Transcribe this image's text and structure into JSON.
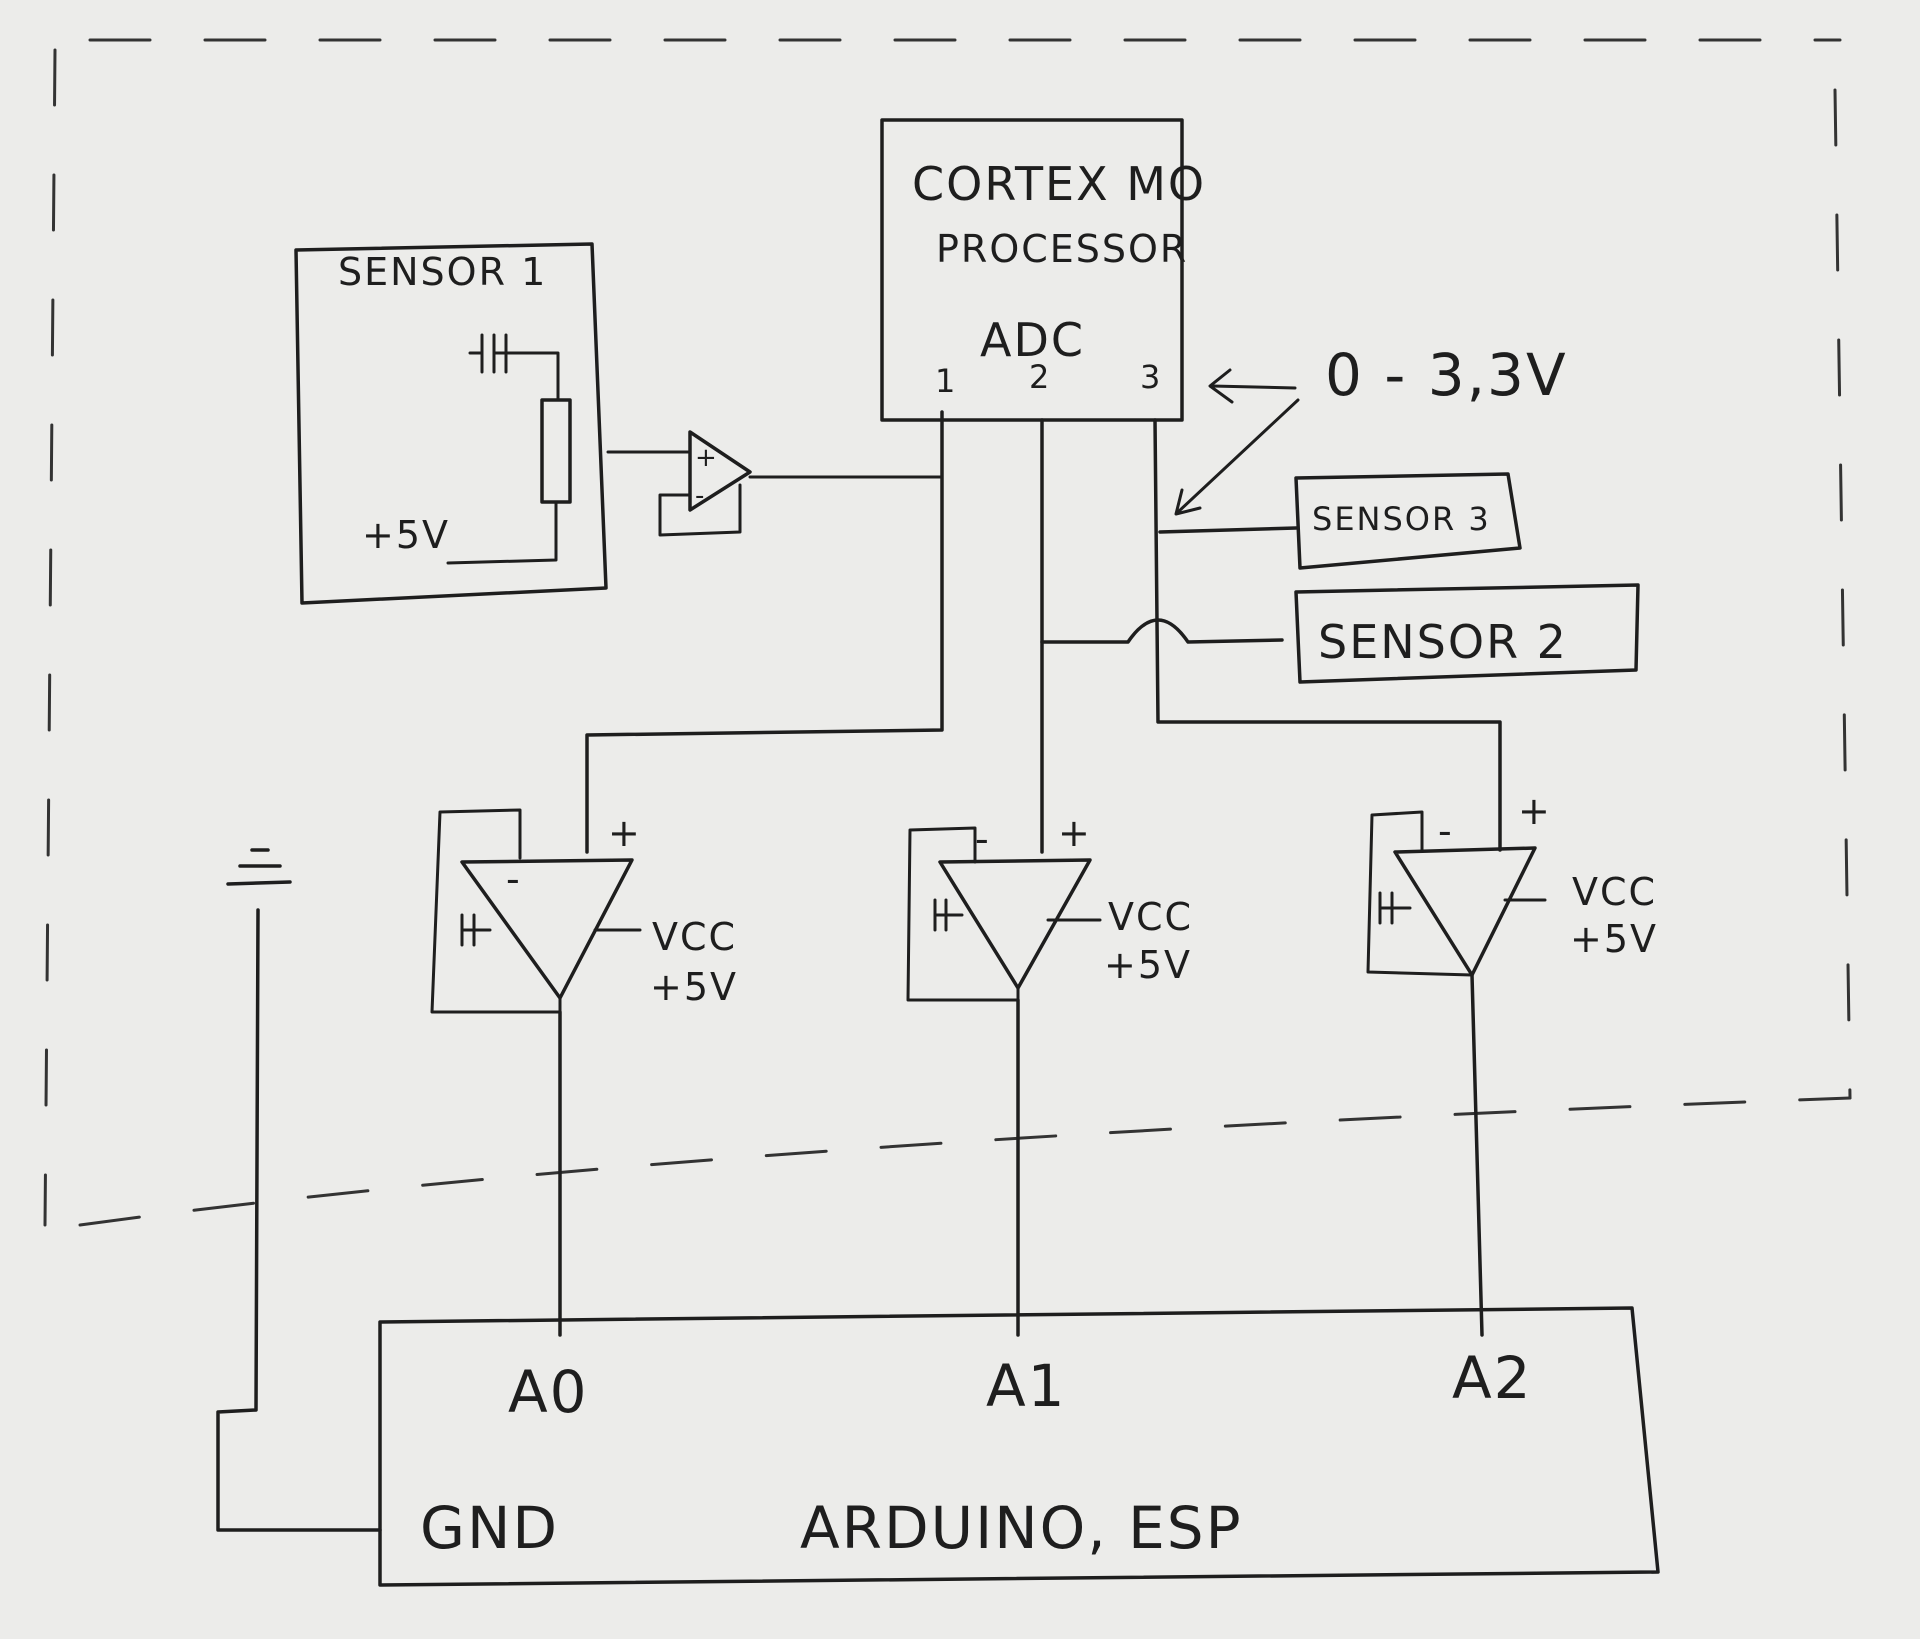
{
  "processor": {
    "title": "CORTEX MO",
    "subtitle": "PROCESSOR",
    "adc_label": "ADC",
    "pins": [
      "1",
      "2",
      "3"
    ]
  },
  "voltage_annotation": "0 - 3,3V",
  "sensors": {
    "sensor1": {
      "label": "SENSOR 1",
      "supply": "+5V"
    },
    "sensor2": {
      "label": "SENSOR 2"
    },
    "sensor3": {
      "label": "SENSOR 3"
    }
  },
  "opamps": [
    {
      "minus": "-",
      "plus": "+",
      "vcc": "VCC",
      "supply": "+5V"
    },
    {
      "minus": "-",
      "plus": "+",
      "vcc": "VCC",
      "supply": "+5V"
    },
    {
      "minus": "-",
      "plus": "+",
      "vcc": "VCC",
      "supply": "+5V"
    }
  ],
  "buffer": {
    "plus": "+",
    "minus": "-"
  },
  "arduino": {
    "label": "ARDUINO, ESP",
    "gnd": "GND",
    "pins": [
      "A0",
      "A1",
      "A2"
    ]
  },
  "ground_symbol": "ground"
}
